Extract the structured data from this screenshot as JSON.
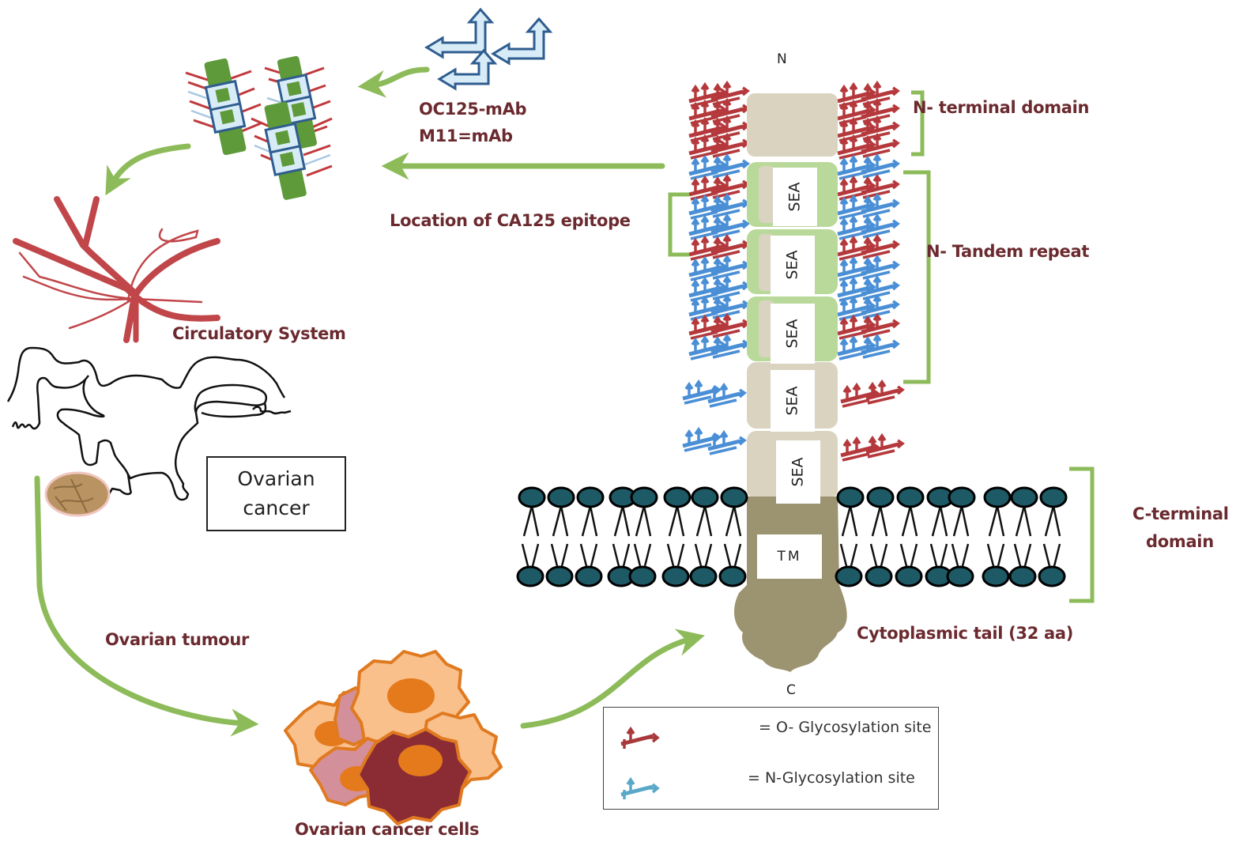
{
  "diagram": {
    "title_labels": {
      "antibodies_line1": "OC125-mAb",
      "antibodies_line2": "M11=mAb",
      "epitope_location": "Location of CA125 epitope",
      "circulatory_system": "Circulatory System",
      "ovarian_cancer_box_line1": "Ovarian",
      "ovarian_cancer_box_line2": "cancer",
      "ovarian_tumour": "Ovarian tumour",
      "ovarian_cancer_cells": "Ovarian cancer cells"
    },
    "protein": {
      "n_terminus": "N",
      "c_terminus": "C",
      "n_terminal_domain": "N- terminal domain",
      "tandem_repeat": "N- Tandem repeat",
      "c_terminal_domain_line1": "C-terminal",
      "c_terminal_domain_line2": "domain",
      "cytoplasmic_tail": "Cytoplasmic tail (32 aa)",
      "sea_domains": [
        "SEA",
        "SEA",
        "SEA",
        "SEA",
        "SEA"
      ],
      "transmembrane": "TM"
    },
    "legend": {
      "o_glycosylation": "= O- Glycosylation site",
      "n_glycosylation": "= N-Glycosylation site"
    },
    "colors": {
      "arrow_green": "#8dbb5a",
      "label_maroon": "#6b2a2f",
      "o_glyco_red": "#b5393c",
      "n_glyco_blue": "#4a8fd6",
      "legend_n_blue": "#5aa8c8",
      "sea_tan": "#d9d3c0",
      "sea_green": "#b9d99a",
      "tm_olive": "#9c9371",
      "lipid_teal": "#1d5a66",
      "vessel_red": "#c0464a",
      "antibody_blue": "#2f5d8f",
      "cell_peach": "#f9c08c",
      "cell_pink": "#d4909a",
      "cell_maroon": "#8b2b33",
      "cell_orange": "#e57a1c"
    }
  }
}
